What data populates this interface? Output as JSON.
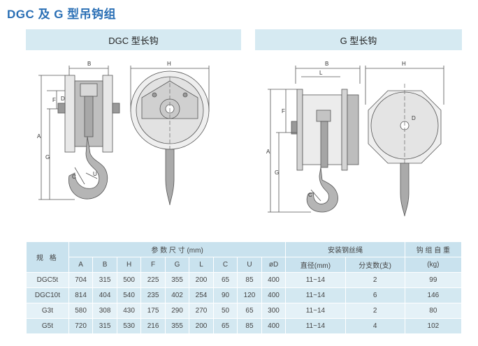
{
  "page": {
    "title": "DGC 及 G 型吊钩组"
  },
  "panels": {
    "left_title": "DGC 型长钩",
    "right_title": "G 型长钩"
  },
  "dims_left": {
    "B": "B",
    "H": "H",
    "F": "F",
    "A": "A",
    "G": "G",
    "C": "C",
    "U": "U",
    "D": "D"
  },
  "dims_right": {
    "B": "B",
    "L": "L",
    "H": "H",
    "F": "F",
    "A": "A",
    "G": "G",
    "C": "C",
    "D": "D"
  },
  "table": {
    "col_spec": "规 格",
    "group_params": "参 数 尺 寸 (mm)",
    "group_rope": "安装钢丝绳",
    "col_weight": "钩 组 自 重",
    "param_cols": [
      "A",
      "B",
      "H",
      "F",
      "G",
      "L",
      "C",
      "U",
      "øD"
    ],
    "rope_cols": [
      "直径(mm)",
      "分支数(支)"
    ],
    "weight_unit": "(kg)",
    "rows": [
      {
        "spec": "DGC5t",
        "A": "704",
        "B": "315",
        "H": "500",
        "F": "225",
        "G": "355",
        "L": "200",
        "C": "65",
        "U": "85",
        "D": "400",
        "dia": "11~14",
        "branches": "2",
        "weight": "99"
      },
      {
        "spec": "DGC10t",
        "A": "814",
        "B": "404",
        "H": "540",
        "F": "235",
        "G": "402",
        "L": "254",
        "C": "90",
        "U": "120",
        "D": "400",
        "dia": "11~14",
        "branches": "6",
        "weight": "146"
      },
      {
        "spec": "G3t",
        "A": "580",
        "B": "308",
        "H": "430",
        "F": "175",
        "G": "290",
        "L": "270",
        "C": "50",
        "U": "65",
        "D": "300",
        "dia": "11~14",
        "branches": "2",
        "weight": "80"
      },
      {
        "spec": "G5t",
        "A": "720",
        "B": "315",
        "H": "530",
        "F": "216",
        "G": "355",
        "L": "200",
        "C": "65",
        "U": "85",
        "D": "400",
        "dia": "11~14",
        "branches": "4",
        "weight": "102"
      }
    ]
  }
}
